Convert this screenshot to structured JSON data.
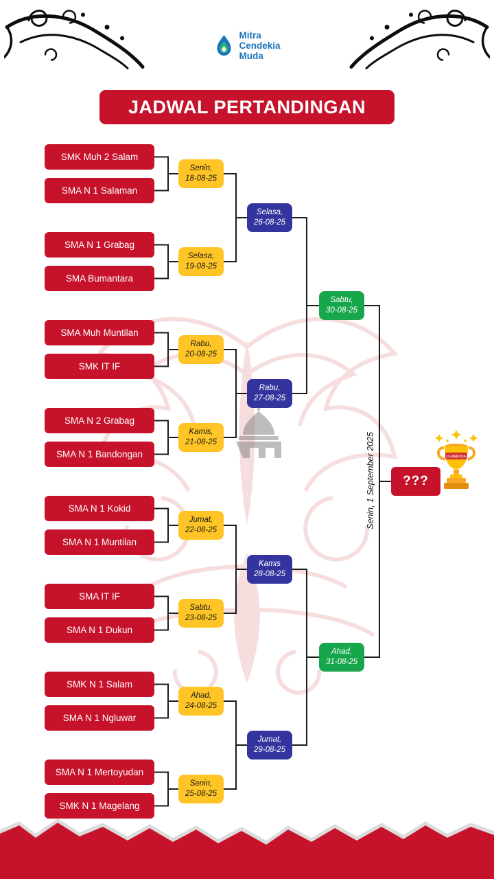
{
  "header": {
    "logo": {
      "lines": [
        "Mitra",
        "Cendekia",
        "Muda"
      ]
    },
    "title": "JADWAL PERTANDINGAN"
  },
  "bracket": {
    "round1": [
      {
        "team1": "SMK Muh 2 Salam",
        "team2": "SMA N 1 Salaman",
        "day": "Senin,",
        "date": "18-08-25"
      },
      {
        "team1": "SMA N 1 Grabag",
        "team2": "SMA Bumantara",
        "day": "Selasa,",
        "date": "19-08-25"
      },
      {
        "team1": "SMA Muh Muntilan",
        "team2": "SMK IT IF",
        "day": "Rabu,",
        "date": "20-08-25"
      },
      {
        "team1": "SMA N 2 Grabag",
        "team2": "SMA N 1 Bandongan",
        "day": "Kamis,",
        "date": "21-08-25"
      },
      {
        "team1": "SMA N 1 Kokid",
        "team2": "SMA N 1 Muntilan",
        "day": "Jumat,",
        "date": "22-08-25"
      },
      {
        "team1": "SMA IT IF",
        "team2": "SMA N 1 Dukun",
        "day": "Sabtu,",
        "date": "23-08-25"
      },
      {
        "team1": "SMK N 1 Salam",
        "team2": "SMA N 1 Ngluwar",
        "day": "Ahad,",
        "date": "24-08-25"
      },
      {
        "team1": "SMA N 1 Mertoyudan",
        "team2": "SMK N 1 Magelang",
        "day": "Senin,",
        "date": "25-08-25"
      }
    ],
    "round2": [
      {
        "day": "Selasa,",
        "date": "26-08-25"
      },
      {
        "day": "Rabu,",
        "date": "27-08-25"
      },
      {
        "day": "Kamis",
        "date": "28-08-25"
      },
      {
        "day": "Jumat,",
        "date": "29-08-25"
      }
    ],
    "semifinal": [
      {
        "day": "Sabtu,",
        "date": "30-08-25"
      },
      {
        "day": "Ahad,",
        "date": "31-08-25"
      }
    ],
    "final": {
      "date_label": "Senin, 1 September 2025",
      "winner_placeholder": "???"
    }
  },
  "trophy": {
    "band_text": "CHAMPION"
  },
  "colors": {
    "red": "#C6132B",
    "yellow": "#FFC425",
    "blue": "#34349E",
    "green": "#18A64D",
    "logo_blue": "#1B75BC",
    "logo_green": "#29B473",
    "line_black": "#1a1a1a"
  }
}
